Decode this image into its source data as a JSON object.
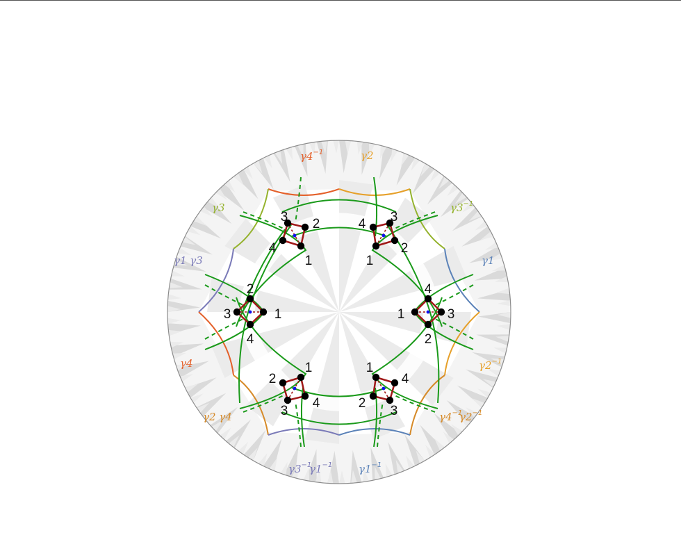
{
  "colors": {
    "background": "#ffffff",
    "tile_light": "#ebebeb",
    "tile_dark": "#dadada",
    "disk_outline": "#8c8c8c",
    "green_curve": "#1a9a1a",
    "red_square": "#a01818",
    "vertex_dot": "#000000",
    "center_dot": "#1010ee"
  },
  "generator_labels": [
    {
      "id": "g4inv_top",
      "text": "γ4",
      "sup": "−1",
      "color": "#e4602a"
    },
    {
      "id": "g2_top",
      "text": "γ2",
      "sup": "",
      "color": "#e6a02a"
    },
    {
      "id": "g3_left",
      "text": "γ3",
      "sup": "",
      "color": "#94b22c"
    },
    {
      "id": "g3inv_right",
      "text": "γ3",
      "sup": "−1",
      "color": "#94b22c"
    },
    {
      "id": "g1g3_left",
      "text": "γ1 γ3",
      "sup": "",
      "color": "#7a7ab8"
    },
    {
      "id": "g1_right",
      "text": "γ1",
      "sup": "",
      "color": "#5b82b8"
    },
    {
      "id": "g4_left",
      "text": "γ4",
      "sup": "",
      "color": "#e4602a"
    },
    {
      "id": "g2inv_right",
      "text": "γ2",
      "sup": "−1",
      "color": "#e6a02a"
    },
    {
      "id": "g2g4_left",
      "text": "γ2 γ4",
      "sup": "",
      "color": "#d68a28"
    },
    {
      "id": "g4invg2inv_right_a",
      "text": "γ4",
      "sup": "−1",
      "color": "#d68a28"
    },
    {
      "id": "g4invg2inv_right_b",
      "text": "γ2",
      "sup": "−1",
      "color": "#d68a28"
    },
    {
      "id": "g3invg1inv_bottom_a",
      "text": "γ3",
      "sup": "−1",
      "color": "#7a7ab8"
    },
    {
      "id": "g3invg1inv_bottom_b",
      "text": "γ1",
      "sup": "−1",
      "color": "#7a7ab8"
    },
    {
      "id": "g1inv_bottom",
      "text": "γ1",
      "sup": "−1",
      "color": "#5b82b8"
    }
  ],
  "squares": [
    {
      "id": "upper-left",
      "labels": [
        "1",
        "2",
        "3",
        "4"
      ]
    },
    {
      "id": "upper-right",
      "labels": [
        "1",
        "2",
        "3",
        "4"
      ]
    },
    {
      "id": "left",
      "labels": [
        "1",
        "2",
        "3",
        "4"
      ]
    },
    {
      "id": "right",
      "labels": [
        "1",
        "2",
        "3",
        "4"
      ]
    },
    {
      "id": "lower-left",
      "labels": [
        "1",
        "2",
        "3",
        "4"
      ]
    },
    {
      "id": "lower-right",
      "labels": [
        "1",
        "2",
        "3",
        "4"
      ]
    }
  ]
}
